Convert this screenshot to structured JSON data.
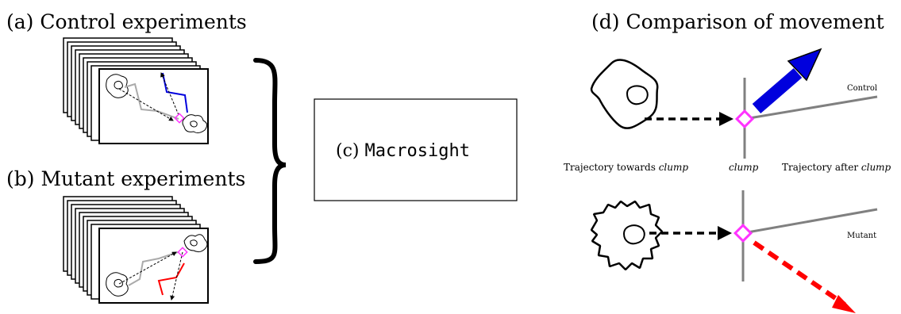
{
  "panels": {
    "a_title": "(a) Control experiments",
    "b_title": "(b) Mutant experiments",
    "c_prefix": "(c) ",
    "c_name": "Macrosight",
    "d_title": "(d) Comparison of movement"
  },
  "labels": {
    "trajectory_towards": "Trajectory towards ",
    "clump_word": "clump",
    "trajectory_after": "Trajectory after ",
    "control": "Control",
    "mutant": "Mutant"
  },
  "colors": {
    "control_arrow": "#0000dd",
    "mutant_arrow": "#ff0000",
    "clump_marker": "#ff33ff",
    "axis_gray": "#808080",
    "trajectory_gray": "#aaaaaa"
  }
}
